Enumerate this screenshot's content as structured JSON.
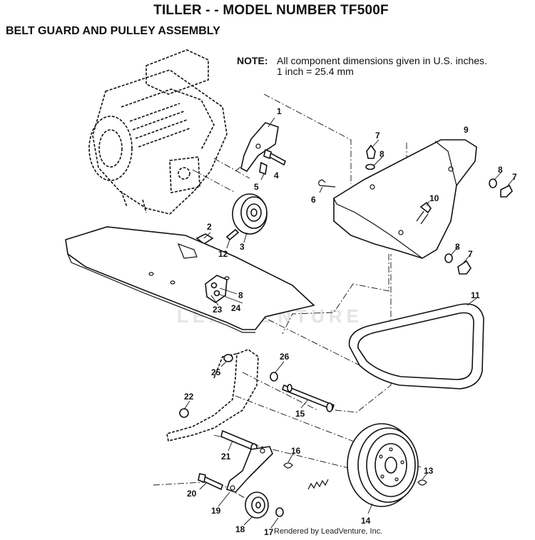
{
  "title": "TILLER - - MODEL NUMBER TF500F",
  "subtitle": "BELT GUARD AND PULLEY ASSEMBLY",
  "note": {
    "label": "NOTE:",
    "line1": "All component dimensions given in U.S. inches.",
    "line2": "1 inch = 25.4 mm"
  },
  "watermark": "LEADVENTURE",
  "footer": "Rendered by LeadVenture, Inc.",
  "callouts": {
    "c1": "1",
    "c2": "2",
    "c3": "3",
    "c4": "4",
    "c5": "5",
    "c6": "6",
    "c7a": "7",
    "c7b": "7",
    "c7c": "7",
    "c8a": "8",
    "c8b": "8",
    "c8c": "8",
    "c8d": "8",
    "c9": "9",
    "c10": "10",
    "c11": "11",
    "c12": "12",
    "c13": "13",
    "c14": "14",
    "c15": "15",
    "c16": "16",
    "c17": "17",
    "c18": "18",
    "c19": "19",
    "c20": "20",
    "c21": "21",
    "c22": "22",
    "c23": "23",
    "c24": "24",
    "c25": "25",
    "c26": "26"
  }
}
